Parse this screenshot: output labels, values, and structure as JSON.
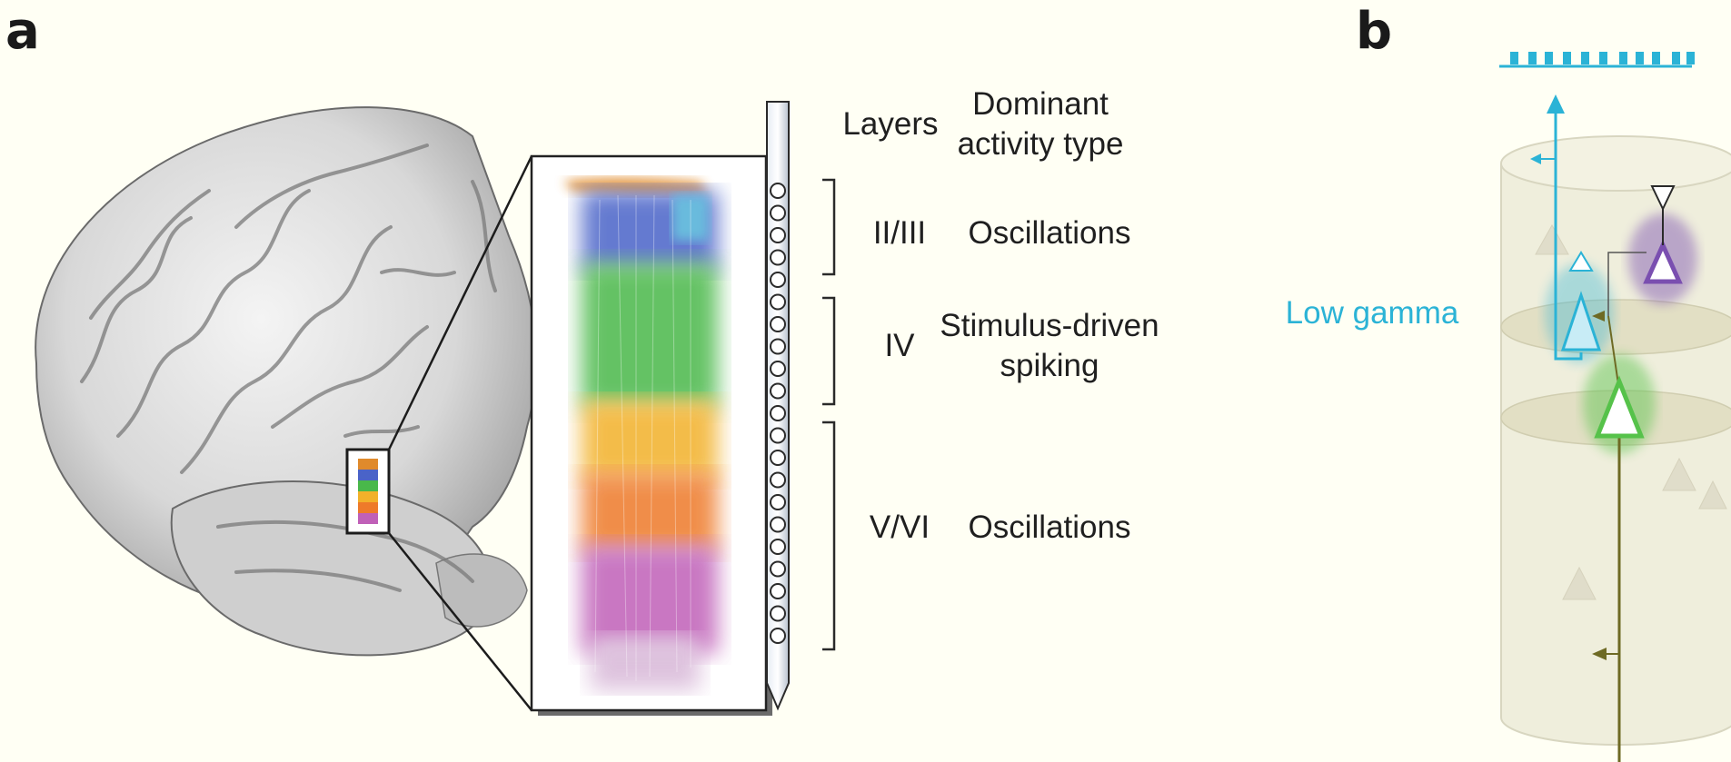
{
  "panels": {
    "a": "a",
    "b": "b"
  },
  "header": {
    "layers": "Layers",
    "dominant_line1": "Dominant",
    "dominant_line2": "activity type"
  },
  "rows": [
    {
      "layer": "II/III",
      "activity_line1": "Oscillations",
      "activity_line2": ""
    },
    {
      "layer": "IV",
      "activity_line1": "Stimulus-driven",
      "activity_line2": "spiking"
    },
    {
      "layer": "V/VI",
      "activity_line1": "Oscillations",
      "activity_line2": ""
    }
  ],
  "panel_b": {
    "low_gamma": "Low gamma"
  },
  "colors": {
    "background": "#fffff4",
    "cyan": "#2bb3d6",
    "green": "#56c24a",
    "purple": "#7a4fb0",
    "olive": "#6e6a24",
    "column_fill": "#efeedc"
  },
  "layer_colors": [
    "#e08a2c",
    "#4a63c8",
    "#49b84a",
    "#f2b12a",
    "#ee7a2a",
    "#c060b8"
  ]
}
